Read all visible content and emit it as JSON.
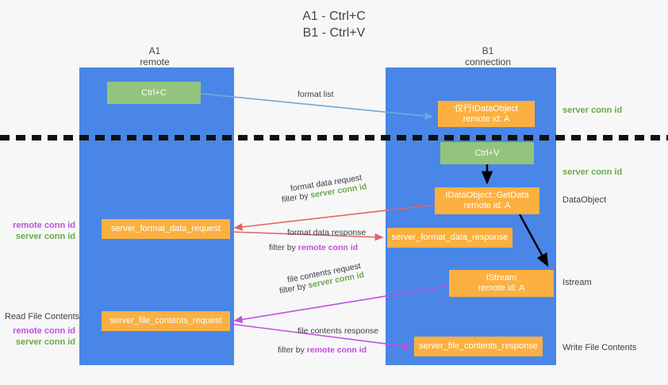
{
  "title": {
    "line1": "A1 - Ctrl+C",
    "line2": "B1 - Ctrl+V"
  },
  "columns": {
    "left": {
      "name": "A1",
      "role": "remote"
    },
    "right": {
      "name": "B1",
      "role": "connection"
    }
  },
  "nodes": {
    "ctrl_c": {
      "label": "Ctrl+C",
      "color": "#93c47d"
    },
    "ctrl_v": {
      "label": "Ctrl+V",
      "color": "#93c47d"
    },
    "idataobject": {
      "line1": "仅行IDataObject",
      "line2": "remote id: A",
      "color": "#fbb040"
    },
    "getdata": {
      "line1": "IDataObject::GetData",
      "line2": "remote id: A",
      "color": "#fbb040"
    },
    "istream": {
      "line1": "IStream",
      "line2": "remote id: A",
      "color": "#fbb040"
    },
    "server_format_data_request": {
      "label": "server_format_data_request",
      "color": "#fbb040"
    },
    "server_format_data_response": {
      "label": "server_format_data_response",
      "color": "#fbb040"
    },
    "server_file_contents_request": {
      "label": "server_file_contents_request",
      "color": "#fbb040"
    },
    "server_file_contents_response": {
      "label": "server_file_contents_response",
      "color": "#fbb040"
    }
  },
  "edges": {
    "format_list": "format list",
    "format_data_request": "format data request",
    "format_data_request_filter_prefix": "filter by ",
    "format_data_request_filter_value": "server conn id",
    "format_data_response": "format data response",
    "format_data_response_filter_prefix": "filter by ",
    "format_data_response_filter_value": "remote conn id",
    "file_contents_request": "file contents request",
    "file_contents_request_filter_prefix": "filter by ",
    "file_contents_request_filter_value": "server conn id",
    "file_contents_response": "file contents response",
    "file_contents_response_filter_prefix": "filter by ",
    "file_contents_response_filter_value": "remote conn id"
  },
  "annotations": {
    "right": {
      "server_conn_id_top": "server conn id",
      "server_conn_id_mid": "server conn id",
      "dataobject": "DataObject",
      "istream": "Istream",
      "write_file_contents": "Write File Contents"
    },
    "left": {
      "remote_conn_id_1": "remote conn id",
      "server_conn_id_1": "server conn id",
      "read_file_contents": "Read File Contents",
      "remote_conn_id_2": "remote conn id",
      "server_conn_id_2": "server conn id"
    }
  },
  "colors": {
    "lane": "#4a86e8",
    "green_box": "#93c47d",
    "orange_box": "#fbb040",
    "green_text": "#6aa84f",
    "purple_text": "#c24ee0",
    "arrow_blue": "#6fa8dc",
    "arrow_red": "#e06666",
    "arrow_magenta": "#c24ee0",
    "arrow_black": "#000000",
    "background": "#f7f7f7"
  }
}
